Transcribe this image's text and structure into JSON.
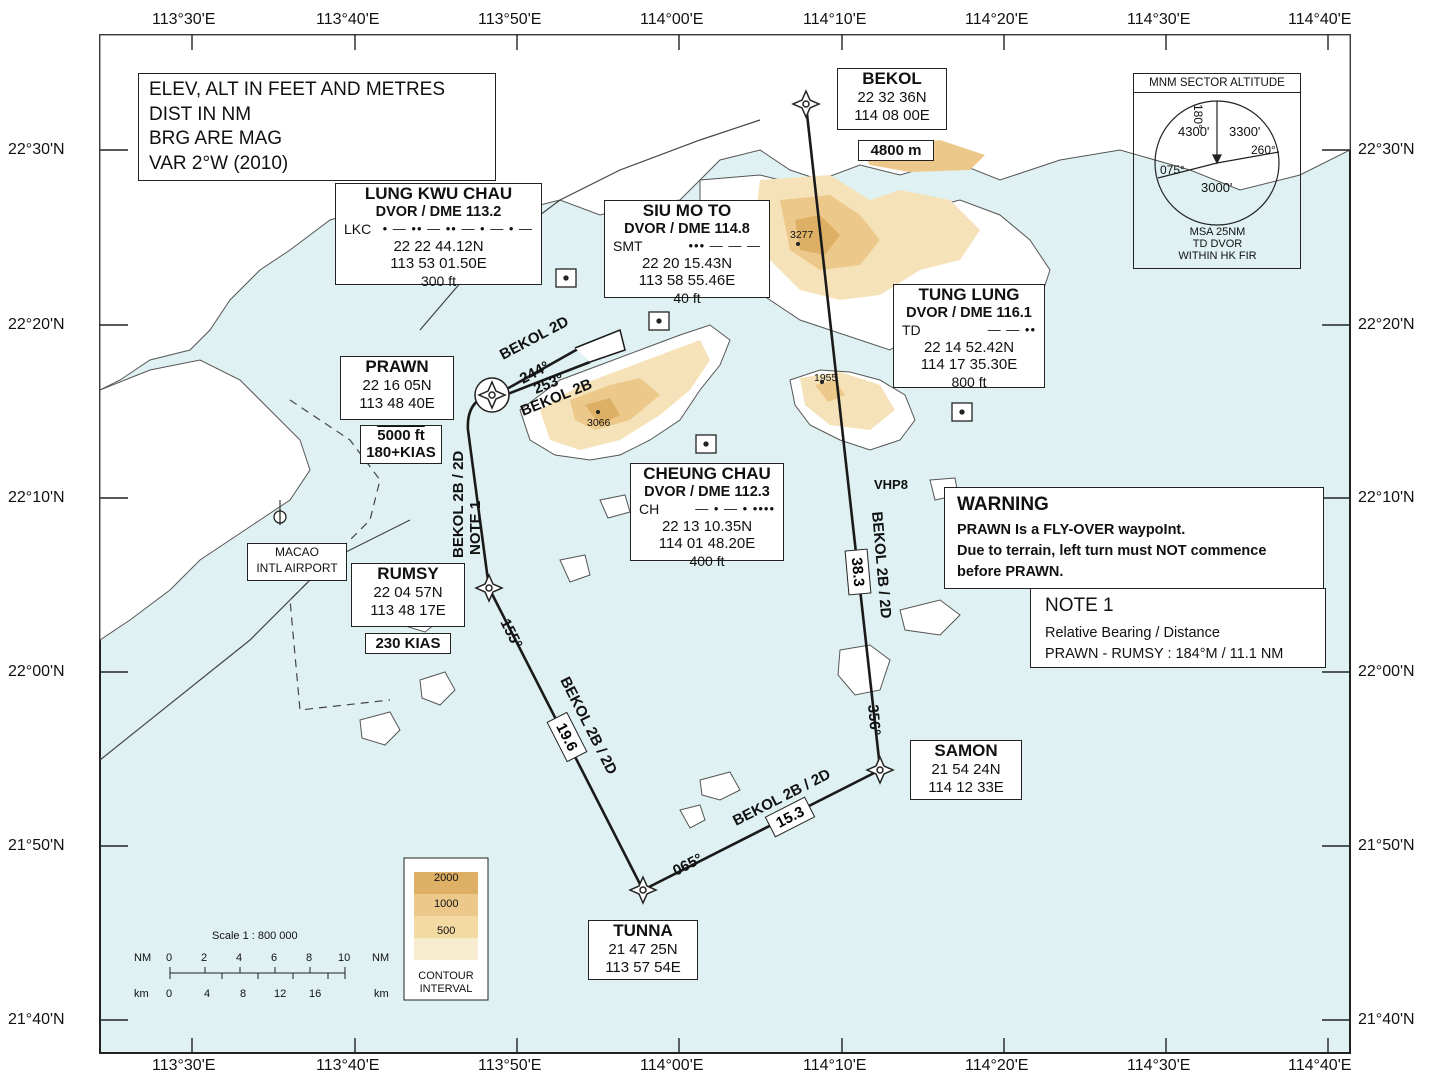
{
  "chart_info": {
    "elev_lines": [
      "ELEV, ALT IN FEET AND METRES",
      "DIST IN NM",
      "BRG ARE MAG",
      "VAR 2°W (2010)"
    ]
  },
  "axes": {
    "top_lon": [
      "113°30'E",
      "113°40'E",
      "113°50'E",
      "114°00'E",
      "114°10'E",
      "114°20'E",
      "114°30'E",
      "114°40'E"
    ],
    "bottom_lon": [
      "113°30'E",
      "113°40'E",
      "113°50'E",
      "114°00'E",
      "114°10'E",
      "114°20'E",
      "114°30'E",
      "114°40'E"
    ],
    "left_lat": [
      "22°30'N",
      "22°20'N",
      "22°10'N",
      "22°00'N",
      "21°50'N",
      "21°40'N"
    ],
    "right_lat": [
      "22°30'N",
      "22°20'N",
      "22°10'N",
      "22°00'N",
      "21°50'N",
      "21°40'N"
    ]
  },
  "navaids": {
    "lkc": {
      "name": "LUNG KWU CHAU",
      "type": "DVOR / DME 113.2",
      "ident": "LKC",
      "morse": "• — •• — •• — • — • —",
      "lat": "22 22 44.12N",
      "lon": "113 53 01.50E",
      "elev": "300 ft"
    },
    "smt": {
      "name": "SIU MO TO",
      "type": "DVOR / DME 114.8",
      "ident": "SMT",
      "morse": "••• — — —",
      "lat": "22 20 15.43N",
      "lon": "113 58 55.46E",
      "elev": "40 ft"
    },
    "td": {
      "name": "TUNG LUNG",
      "type": "DVOR / DME 116.1",
      "ident": "TD",
      "morse": "— — ••",
      "lat": "22 14 52.42N",
      "lon": "114 17 35.30E",
      "elev": "800 ft"
    },
    "ch": {
      "name": "CHEUNG CHAU",
      "type": "DVOR / DME 112.3",
      "ident": "CH",
      "morse": "— • — • ••••",
      "lat": "22 13 10.35N",
      "lon": "114 01 48.20E",
      "elev": "400 ft"
    }
  },
  "waypoints": {
    "bekol": {
      "name": "BEKOL",
      "lat": "22 32 36N",
      "lon": "114 08 00E",
      "alt": "4800 m"
    },
    "prawn": {
      "name": "PRAWN",
      "lat": "22 16 05N",
      "lon": "113 48 40E",
      "alt": "5000 ft",
      "speed": "180+KIAS"
    },
    "rumsy": {
      "name": "RUMSY",
      "lat": "22 04 57N",
      "lon": "113 48 17E",
      "speed": "230 KIAS"
    },
    "samon": {
      "name": "SAMON",
      "lat": "21 54 24N",
      "lon": "114 12 33E"
    },
    "tunna": {
      "name": "TUNNA",
      "lat": "21 47 25N",
      "lon": "113 57 54E"
    },
    "vhp8": "VHP8"
  },
  "routes": {
    "bekol2d_label": "BEKOL 2D",
    "brg_244": "244°",
    "brg_253": "253°",
    "bekol2b_label": "BEKOL 2B",
    "prawn_rumsy": "BEKOL 2B / 2D",
    "note1_tag": "NOTE 1",
    "brg_155": "155°",
    "leg_rumsy_tunna": "BEKOL 2B / 2D",
    "dist_196": "19.6",
    "brg_065": "065°",
    "leg_tunna_samon": "BEKOL 2B / 2D",
    "dist_153": "15.3",
    "brg_356": "356°",
    "leg_samon_bekol": "BEKOL 2B / 2D",
    "dist_383": "38.3"
  },
  "airport": {
    "line1": "MACAO",
    "line2": "INTL AIRPORT"
  },
  "warning": {
    "title": "WARNING",
    "line1": "PRAWN Is a FLY-OVER waypoInt.",
    "line2": "Due to terrain, left turn must NOT commence",
    "line3": "before PRAWN."
  },
  "note1": {
    "title": "NOTE 1",
    "line1": "Relative Bearing / Distance",
    "line2": "PRAWN - RUMSY : 184°M / 11.1 NM"
  },
  "msa": {
    "title": "MNM SECTOR ALTITUDE",
    "brg_180": "180°",
    "brg_260": "260°",
    "brg_075": "075°",
    "alt_nw": "4300'",
    "alt_ne": "3300'",
    "alt_s": "3000'",
    "foot1": "MSA 25NM",
    "foot2": "TD DVOR",
    "foot3": "WITHIN HK FIR"
  },
  "spot_heights": {
    "h3277": "3277",
    "h1955": "1955",
    "h3066": "3066"
  },
  "contour": {
    "levels": [
      "2000",
      "1000",
      "500"
    ],
    "caption1": "CONTOUR",
    "caption2": "INTERVAL"
  },
  "scale": {
    "title": "Scale 1 : 800 000",
    "nm_label": "NM",
    "km_label": "km",
    "nm_ticks": [
      "0",
      "2",
      "4",
      "6",
      "8",
      "10"
    ],
    "km_ticks": [
      "0",
      "4",
      "8",
      "12",
      "16"
    ]
  },
  "colors": {
    "sea": "#dff1f2",
    "land": "#ffffff",
    "terrain_low": "#f5e2b8",
    "terrain_mid": "#ecc98a",
    "terrain_high": "#ddb066",
    "route": "#1a1a1a"
  }
}
